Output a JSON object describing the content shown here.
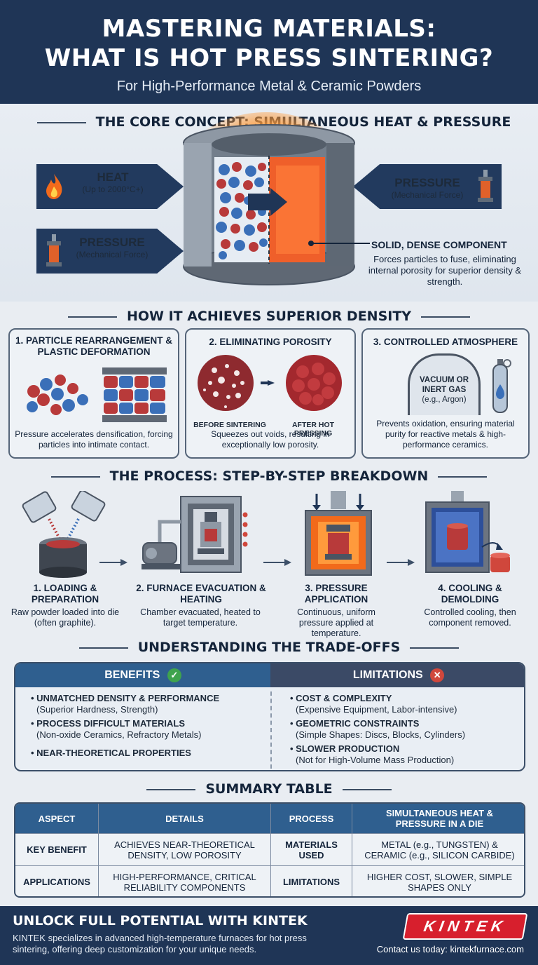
{
  "header": {
    "title_line1": "MASTERING MATERIALS:",
    "title_line2": "WHAT IS HOT PRESS SINTERING?",
    "subtitle": "For High-Performance Metal & Ceramic Powders"
  },
  "core": {
    "title": "THE CORE CONCEPT: SIMULTANEOUS HEAT & PRESSURE",
    "heat_label": "HEAT",
    "heat_note": "(Up to 2000°C+)",
    "pressure_label": "PRESSURE",
    "pressure_note": "(Mechanical Force)",
    "solid_title": "SOLID, DENSE COMPONENT",
    "solid_desc": "Forces particles to fuse, eliminating internal porosity for superior density & strength."
  },
  "density": {
    "title": "HOW IT ACHIEVES SUPERIOR DENSITY",
    "cards": [
      {
        "title": "1. PARTICLE REARRANGEMENT & PLASTIC DEFORMATION",
        "desc": "Pressure accelerates densification, forcing particles into intimate contact."
      },
      {
        "title": "2. ELIMINATING POROSITY",
        "desc": "Squeezes out voids, resulting in exceptionally low porosity.",
        "before": "BEFORE SINTERING",
        "after": "AFTER HOT PRESSING"
      },
      {
        "title": "3. CONTROLLED ATMOSPHERE",
        "desc": "Prevents oxidation, ensuring material purity for reactive metals & high-performance ceramics.",
        "chamber_l1": "VACUUM OR",
        "chamber_l2": "INERT GAS",
        "chamber_l3": "(e.g., Argon)"
      }
    ]
  },
  "process": {
    "title": "THE PROCESS: STEP-BY-STEP BREAKDOWN",
    "steps": [
      {
        "title": "1. LOADING & PREPARATION",
        "desc": "Raw powder loaded into die (often graphite)."
      },
      {
        "title": "2. FURNACE EVACUATION & HEATING",
        "desc": "Chamber evacuated, heated to target temperature."
      },
      {
        "title": "3. PRESSURE APPLICATION",
        "desc": "Continuous, uniform pressure applied at temperature."
      },
      {
        "title": "4. COOLING & DEMOLDING",
        "desc": "Controlled cooling, then component removed."
      }
    ]
  },
  "tradeoffs": {
    "title": "UNDERSTANDING THE TRADE-OFFS",
    "benefits_label": "BENEFITS",
    "limitations_label": "LIMITATIONS",
    "benefits": [
      {
        "head": "• UNMATCHED DENSITY & PERFORMANCE",
        "note": "(Superior Hardness, Strength)"
      },
      {
        "head": "• PROCESS DIFFICULT MATERIALS",
        "note": "(Non-oxide Ceramics, Refractory Metals)"
      },
      {
        "head": "• NEAR-THEORETICAL PROPERTIES",
        "note": ""
      }
    ],
    "limitations": [
      {
        "head": "• COST & COMPLEXITY",
        "note": "(Expensive Equipment, Labor-intensive)"
      },
      {
        "head": "• GEOMETRIC CONSTRAINTS",
        "note": "(Simple Shapes: Discs, Blocks, Cylinders)"
      },
      {
        "head": "• SLOWER PRODUCTION",
        "note": "(Not for High-Volume Mass Production)"
      }
    ]
  },
  "summary": {
    "title": "SUMMARY TABLE",
    "header": [
      "ASPECT",
      "DETAILS",
      "PROCESS",
      "SIMULTANEOUS HEAT & PRESSURE IN A DIE"
    ],
    "rows": [
      [
        "KEY BENEFIT",
        "ACHIEVES NEAR-THEORETICAL DENSITY, LOW POROSITY",
        "MATERIALS USED",
        "METAL (e.g., TUNGSTEN) & CERAMIC (e.g., SILICON CARBIDE)"
      ],
      [
        "APPLICATIONS",
        "HIGH-PERFORMANCE, CRITICAL RELIABILITY COMPONENTS",
        "LIMITATIONS",
        "HIGHER COST, SLOWER, SIMPLE SHAPES ONLY"
      ]
    ]
  },
  "footer": {
    "title": "UNLOCK FULL POTENTIAL WITH KINTEK",
    "desc": "KINTEK specializes in advanced high-temperature furnaces for hot press sintering, offering deep customization for your unique needs.",
    "logo": "KINTEK",
    "contact": "Contact us today: kintekfurnace.com"
  },
  "colors": {
    "navy": "#1f3556",
    "benefits_header": "#2f5f8f",
    "limitations_header": "#3b4a66",
    "flame": "#f26a1b",
    "red_particle": "#b83a3a",
    "blue_particle": "#3a6fb8"
  },
  "icons": [
    "flame-icon",
    "press-icon",
    "check-icon",
    "cross-icon",
    "gas-cylinder-icon"
  ]
}
